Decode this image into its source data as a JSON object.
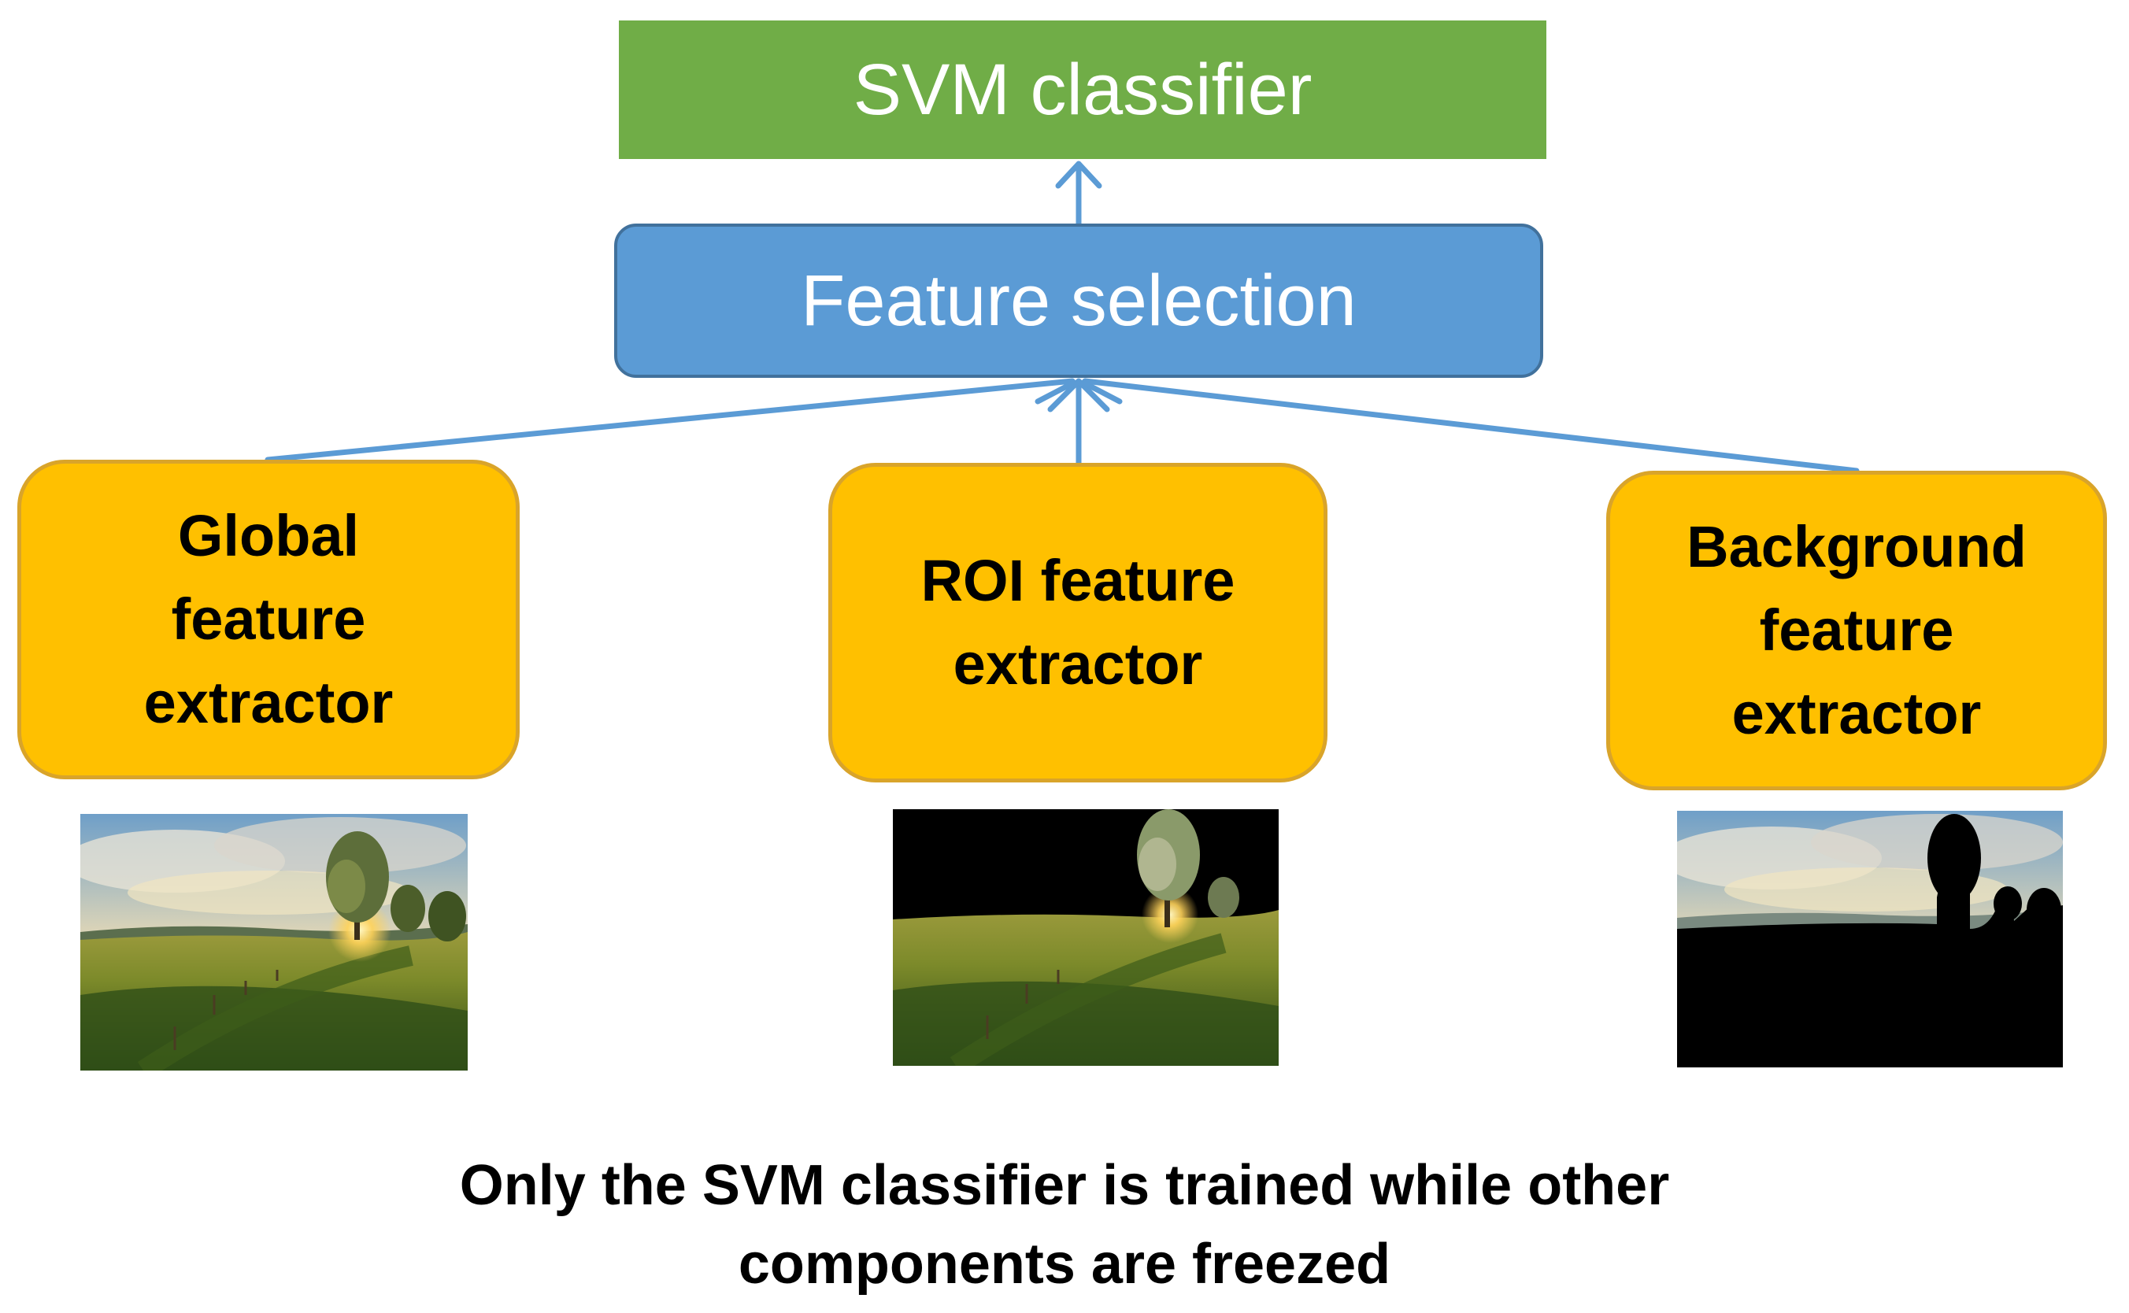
{
  "nodes": {
    "svm": "SVM classifier",
    "feature_selection": "Feature selection",
    "global_extractor": "Global\nfeature\nextractor",
    "roi_extractor": "ROI feature\nextractor",
    "background_extractor": "Background\nfeature\nextractor"
  },
  "caption": {
    "line1": "Only the SVM classifier is trained while other",
    "line2": "components are freezed"
  },
  "colors": {
    "svm_fill": "#70ad47",
    "feature_selection_fill": "#5b9bd5",
    "extractor_fill": "#ffc000",
    "arrow": "#5b9bd5"
  },
  "images": {
    "global": "landscape-photo",
    "roi": "landscape-photo-roi-masked",
    "background": "landscape-photo-background-masked"
  }
}
